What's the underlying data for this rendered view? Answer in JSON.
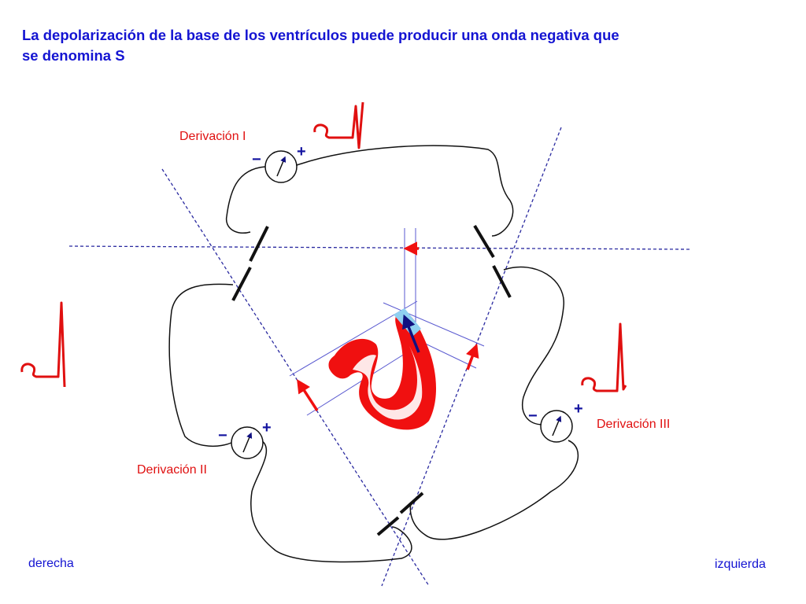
{
  "title": {
    "line1": "La depolarización de la base de los ventrículos puede producir una onda negativa que",
    "line2": "se denomina S"
  },
  "leads": {
    "lead1": {
      "label": "Derivación I",
      "minus": "−",
      "plus": "+"
    },
    "lead2": {
      "label": "Derivación II",
      "minus": "−",
      "plus": "+"
    },
    "lead3": {
      "label": "Derivación III",
      "minus": "−",
      "plus": "+"
    }
  },
  "sides": {
    "right": "derecha",
    "left": "izquierda"
  },
  "colors": {
    "title": "#1414d2",
    "heart": "#f01010",
    "vector": "#101080",
    "dashed": "#2a2aa0",
    "electrode": "#111111"
  }
}
